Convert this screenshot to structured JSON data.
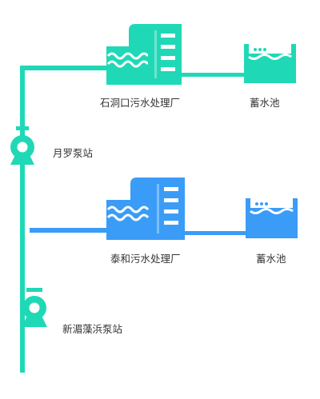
{
  "colors": {
    "teal": "#1fd8b6",
    "blue": "#3a9cf7",
    "label": "#333333",
    "background": "#ffffff"
  },
  "plants": [
    {
      "name": "石洞口污水处理厂",
      "icon": "treatment-plant-icon",
      "color": "teal"
    },
    {
      "name": "泰和污水处理厂",
      "icon": "treatment-plant-icon",
      "color": "blue"
    }
  ],
  "tanks": [
    {
      "name": "蓄水池",
      "icon": "storage-tank-icon",
      "color": "teal"
    },
    {
      "name": "蓄水池",
      "icon": "storage-tank-icon",
      "color": "blue"
    }
  ],
  "pumps": [
    {
      "name": "月罗泵站",
      "icon": "pump-icon",
      "color": "teal"
    },
    {
      "name": "新湄藻浜泵站",
      "icon": "pump-icon",
      "color": "teal"
    }
  ]
}
